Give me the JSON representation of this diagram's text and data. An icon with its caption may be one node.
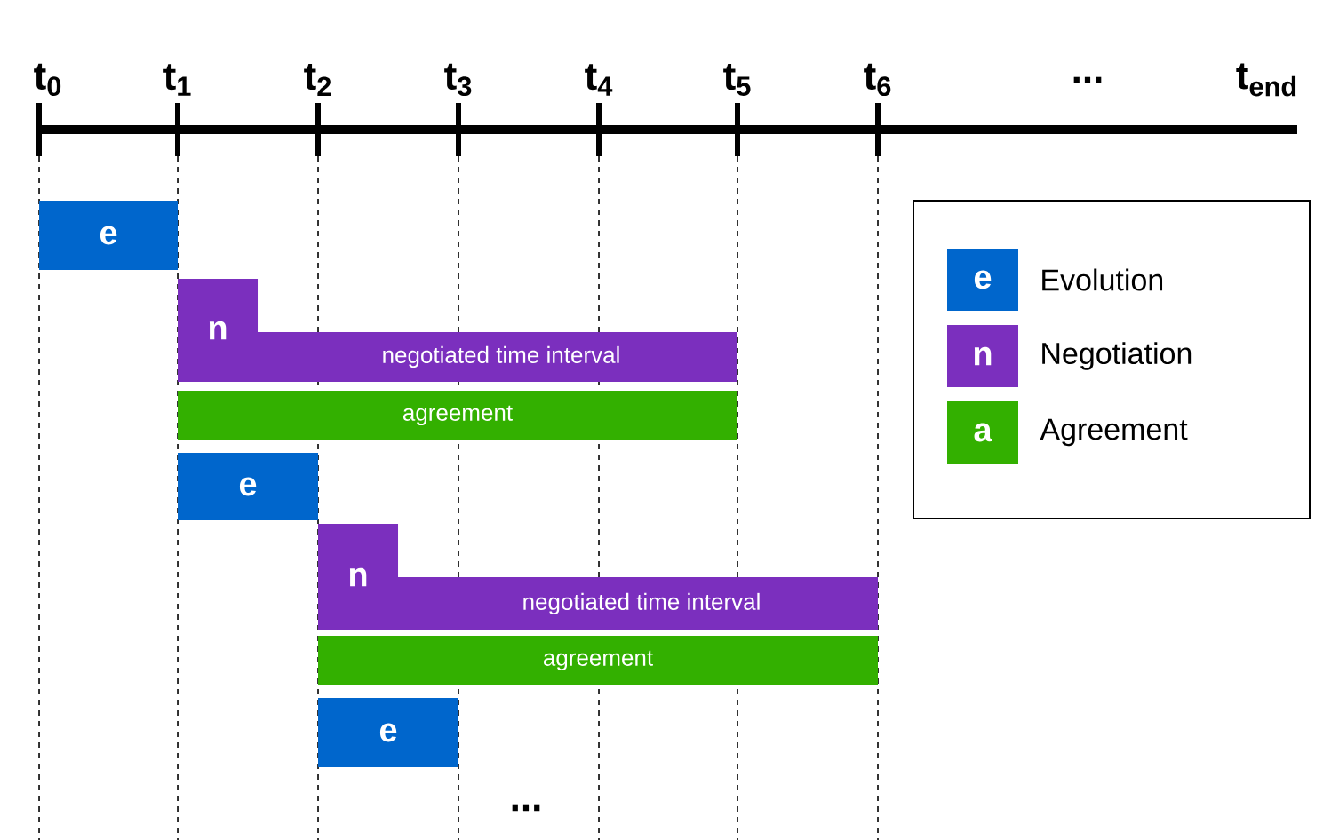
{
  "diagram": {
    "nodes": [
      {
        "text": [
          "e"
        ]
      },
      {
        "text": [
          "n",
          "negotiated time interval"
        ]
      },
      {
        "text": [
          "agreement"
        ]
      },
      {
        "text": [
          "e"
        ]
      },
      {
        "text": [
          "n",
          "negotiated time interval"
        ]
      },
      {
        "text": [
          "agreement"
        ]
      },
      {
        "text": [
          "e"
        ]
      }
    ],
    "labels": [
      "t$_{0}$",
      "t$_{1}$",
      "t$_{2}$",
      "t$_{3}$",
      "t$_{4}$",
      "t$_{5}$",
      "t$_{6}$",
      "...",
      "t$_{end}$",
      "e",
      "n",
      "a",
      "..."
    ],
    "legend": [
      {
        "text": "Evolution",
        "color": "#0066cc"
      },
      {
        "text": "Negotiation",
        "color": "#7b2fbe"
      },
      {
        "text": "Agreement",
        "color": "#33b000"
      }
    ]
  }
}
